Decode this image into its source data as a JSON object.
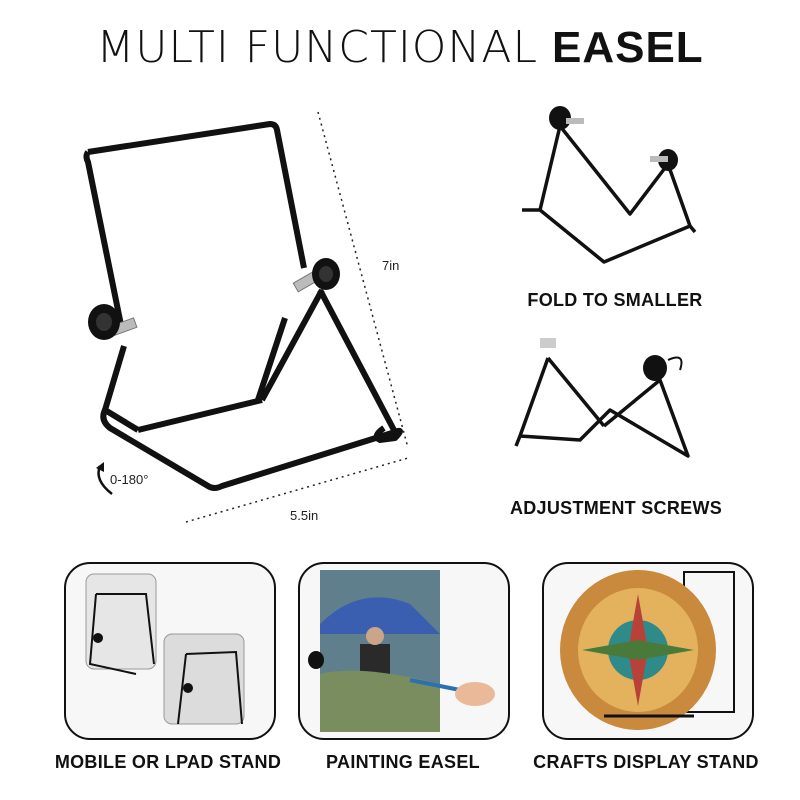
{
  "title": {
    "light": "MULTI FUNCTIONAL",
    "bold": "EASEL"
  },
  "dimensions": {
    "height": "7in",
    "width": "5.5in",
    "angle": "0-180°"
  },
  "features": {
    "fold": "FOLD TO SMALLER",
    "screws": "ADJUSTMENT SCREWS"
  },
  "uses": [
    {
      "label": "MOBILE OR LPAD STAND"
    },
    {
      "label": "PAINTING EASEL"
    },
    {
      "label": "CRAFTS DISPLAY STAND"
    }
  ],
  "colors": {
    "wire": "#111111",
    "accent": "#2c6fb3"
  }
}
